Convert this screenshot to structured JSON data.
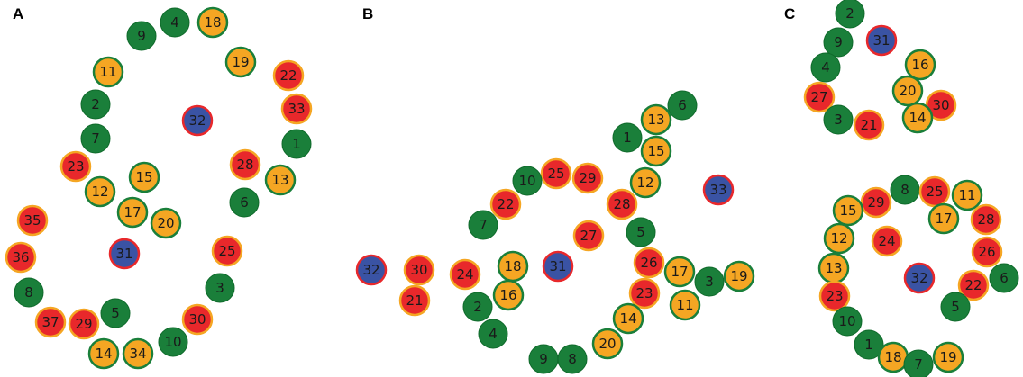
{
  "colors": {
    "green": "#1a7f3a",
    "orange": "#f5a623",
    "red": "#e8282b",
    "blue": "#3a53a4"
  },
  "panels": [
    {
      "label": "A",
      "nodes": [
        {
          "n": "9",
          "c": "green"
        },
        {
          "n": "4",
          "c": "green"
        },
        {
          "n": "18",
          "c": "orange"
        },
        {
          "n": "11",
          "c": "orange"
        },
        {
          "n": "19",
          "c": "orange"
        },
        {
          "n": "22",
          "c": "red"
        },
        {
          "n": "33",
          "c": "red"
        },
        {
          "n": "2",
          "c": "green"
        },
        {
          "n": "32",
          "c": "blue"
        },
        {
          "n": "7",
          "c": "green"
        },
        {
          "n": "1",
          "c": "green"
        },
        {
          "n": "23",
          "c": "red"
        },
        {
          "n": "15",
          "c": "orange"
        },
        {
          "n": "28",
          "c": "red"
        },
        {
          "n": "12",
          "c": "orange"
        },
        {
          "n": "13",
          "c": "orange"
        },
        {
          "n": "6",
          "c": "green"
        },
        {
          "n": "17",
          "c": "orange"
        },
        {
          "n": "20",
          "c": "orange"
        },
        {
          "n": "35",
          "c": "red"
        },
        {
          "n": "31",
          "c": "blue"
        },
        {
          "n": "25",
          "c": "red"
        },
        {
          "n": "36",
          "c": "red"
        },
        {
          "n": "8",
          "c": "green"
        },
        {
          "n": "3",
          "c": "green"
        },
        {
          "n": "5",
          "c": "green"
        },
        {
          "n": "37",
          "c": "red"
        },
        {
          "n": "29",
          "c": "red"
        },
        {
          "n": "30",
          "c": "red"
        },
        {
          "n": "10",
          "c": "green"
        },
        {
          "n": "14",
          "c": "orange"
        },
        {
          "n": "34",
          "c": "orange"
        }
      ]
    },
    {
      "label": "B",
      "nodes": [
        {
          "n": "6",
          "c": "green"
        },
        {
          "n": "13",
          "c": "orange"
        },
        {
          "n": "1",
          "c": "green"
        },
        {
          "n": "15",
          "c": "orange"
        },
        {
          "n": "25",
          "c": "red"
        },
        {
          "n": "29",
          "c": "red"
        },
        {
          "n": "10",
          "c": "green"
        },
        {
          "n": "12",
          "c": "orange"
        },
        {
          "n": "33",
          "c": "blue"
        },
        {
          "n": "22",
          "c": "red"
        },
        {
          "n": "28",
          "c": "red"
        },
        {
          "n": "7",
          "c": "green"
        },
        {
          "n": "5",
          "c": "green"
        },
        {
          "n": "27",
          "c": "red"
        },
        {
          "n": "26",
          "c": "red"
        },
        {
          "n": "32",
          "c": "blue"
        },
        {
          "n": "30",
          "c": "red"
        },
        {
          "n": "24",
          "c": "red"
        },
        {
          "n": "18",
          "c": "orange"
        },
        {
          "n": "31",
          "c": "blue"
        },
        {
          "n": "17",
          "c": "orange"
        },
        {
          "n": "3",
          "c": "green"
        },
        {
          "n": "19",
          "c": "orange"
        },
        {
          "n": "21",
          "c": "red"
        },
        {
          "n": "16",
          "c": "orange"
        },
        {
          "n": "23",
          "c": "red"
        },
        {
          "n": "11",
          "c": "orange"
        },
        {
          "n": "2",
          "c": "green"
        },
        {
          "n": "14",
          "c": "orange"
        },
        {
          "n": "4",
          "c": "green"
        },
        {
          "n": "20",
          "c": "orange"
        },
        {
          "n": "9",
          "c": "green"
        },
        {
          "n": "8",
          "c": "green"
        }
      ]
    },
    {
      "label": "C",
      "nodes": [
        {
          "n": "2",
          "c": "green"
        },
        {
          "n": "9",
          "c": "green"
        },
        {
          "n": "31",
          "c": "blue"
        },
        {
          "n": "4",
          "c": "green"
        },
        {
          "n": "16",
          "c": "orange"
        },
        {
          "n": "20",
          "c": "orange"
        },
        {
          "n": "27",
          "c": "red"
        },
        {
          "n": "30",
          "c": "red"
        },
        {
          "n": "14",
          "c": "orange"
        },
        {
          "n": "3",
          "c": "green"
        },
        {
          "n": "21",
          "c": "red"
        },
        {
          "n": "8",
          "c": "green"
        },
        {
          "n": "25",
          "c": "red"
        },
        {
          "n": "11",
          "c": "orange"
        },
        {
          "n": "29",
          "c": "red"
        },
        {
          "n": "15",
          "c": "orange"
        },
        {
          "n": "17",
          "c": "orange"
        },
        {
          "n": "28",
          "c": "red"
        },
        {
          "n": "12",
          "c": "orange"
        },
        {
          "n": "24",
          "c": "red"
        },
        {
          "n": "26",
          "c": "red"
        },
        {
          "n": "13",
          "c": "orange"
        },
        {
          "n": "6",
          "c": "green"
        },
        {
          "n": "32",
          "c": "blue"
        },
        {
          "n": "22",
          "c": "red"
        },
        {
          "n": "23",
          "c": "red"
        },
        {
          "n": "5",
          "c": "green"
        },
        {
          "n": "10",
          "c": "green"
        },
        {
          "n": "1",
          "c": "green"
        },
        {
          "n": "18",
          "c": "orange"
        },
        {
          "n": "7",
          "c": "green"
        },
        {
          "n": "19",
          "c": "orange"
        }
      ]
    }
  ]
}
